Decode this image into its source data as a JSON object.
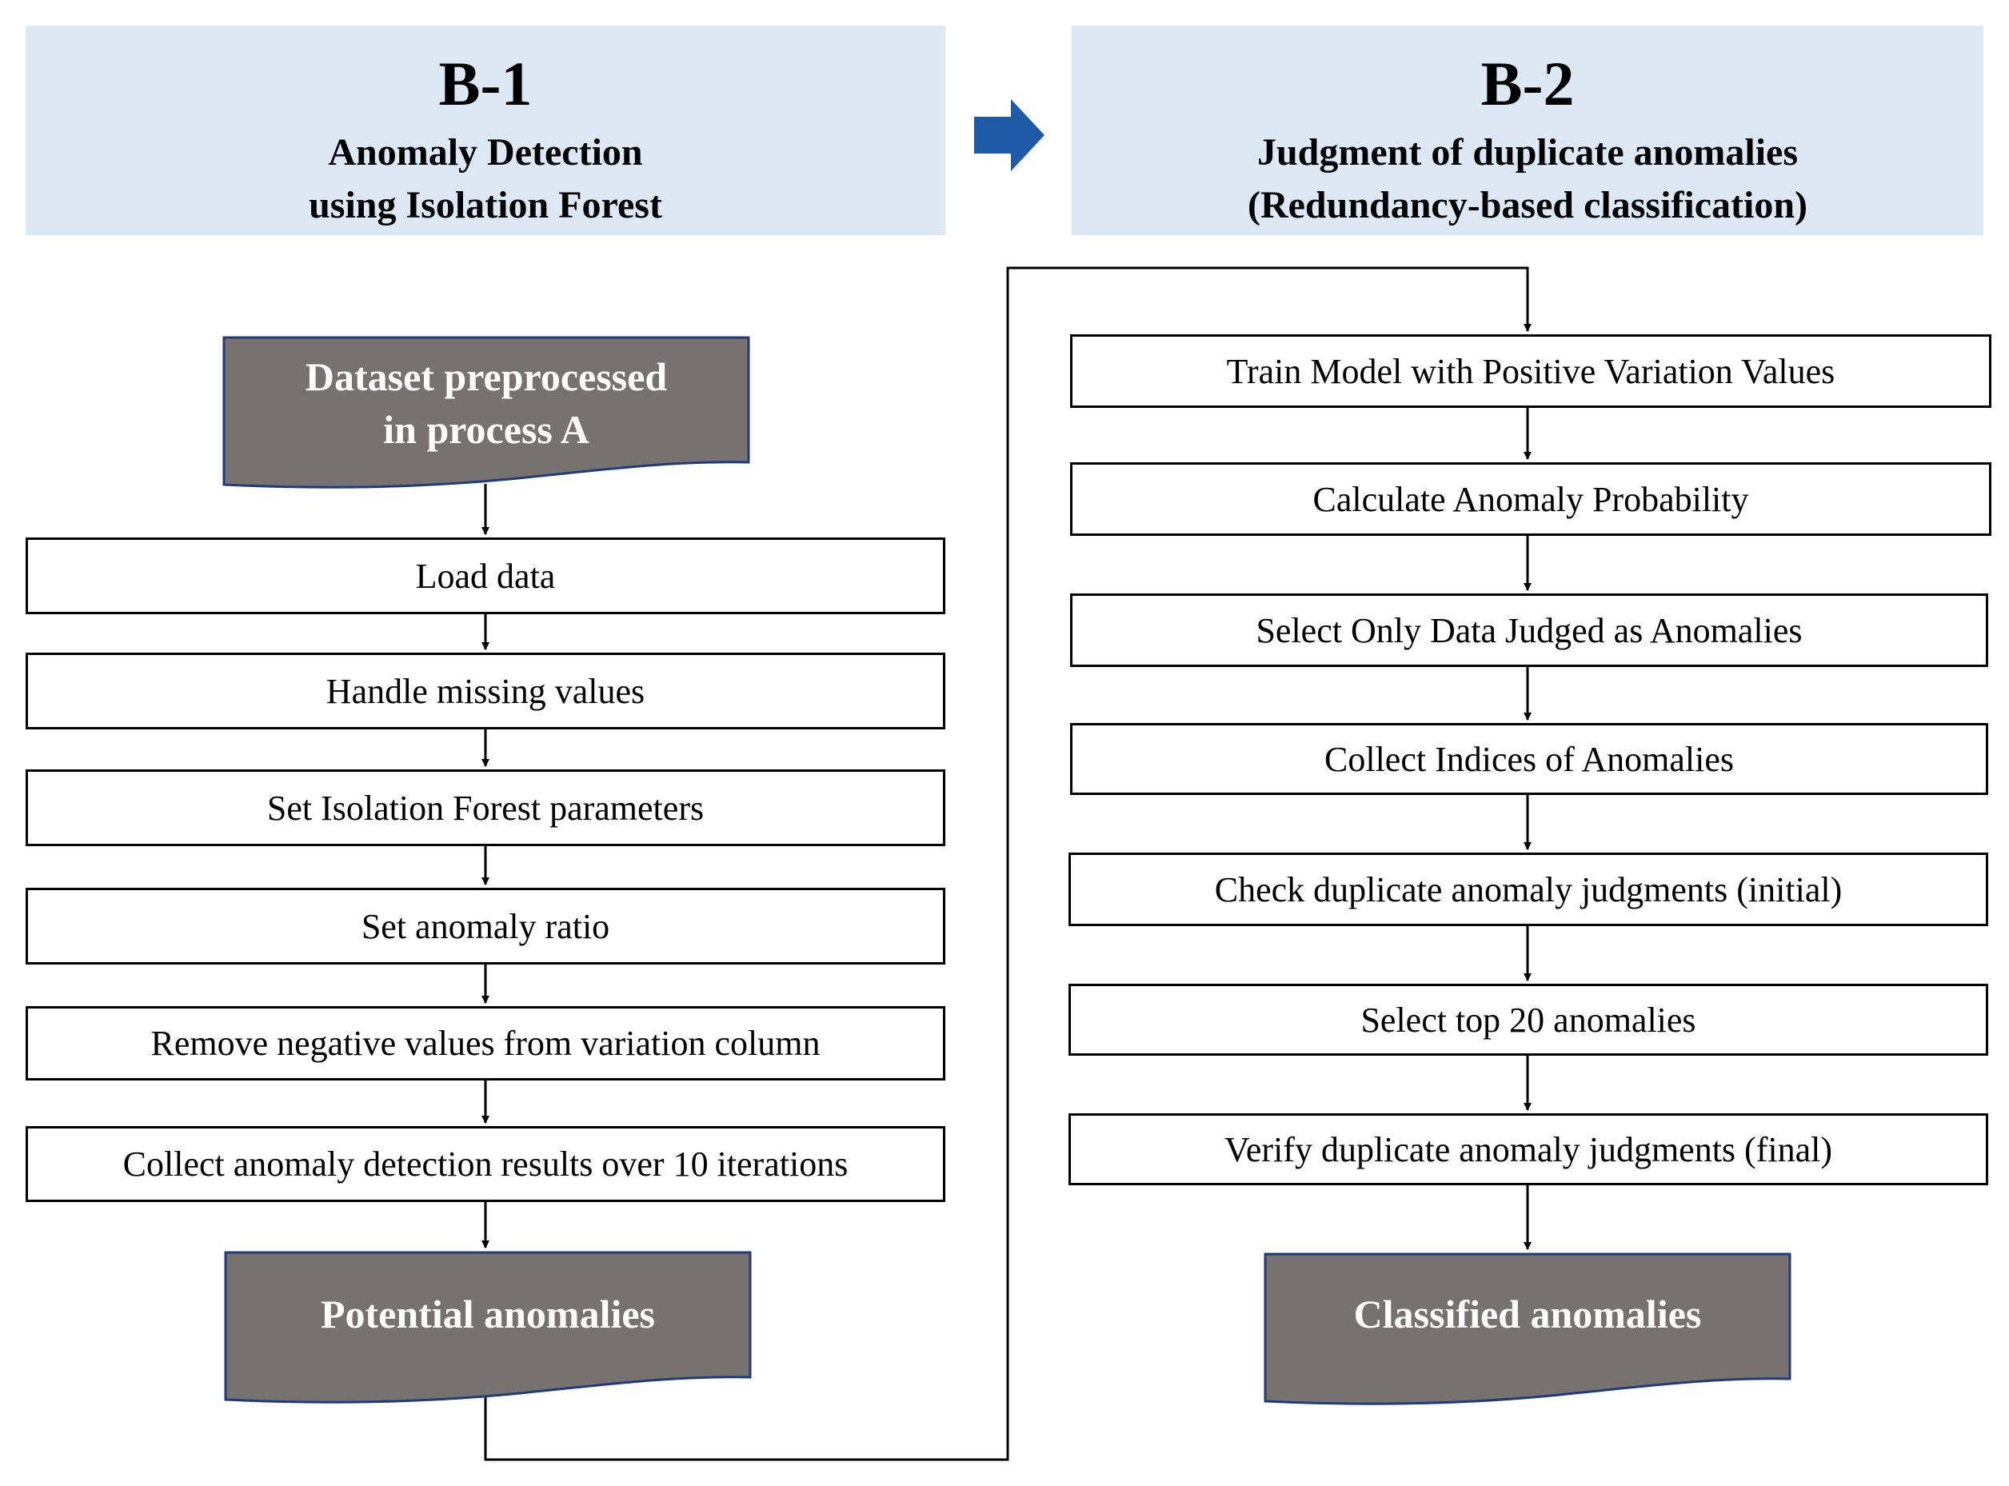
{
  "b1": {
    "code": "B-1",
    "title_line1": "Anomaly Detection",
    "title_line2": "using Isolation Forest",
    "input": {
      "line1": "Dataset preprocessed",
      "line2": "in process A"
    },
    "steps": [
      "Load data",
      "Handle missing values",
      "Set Isolation Forest parameters",
      "Set anomaly ratio",
      "Remove negative values from variation column",
      "Collect anomaly detection results over 10 iterations"
    ],
    "output": "Potential anomalies"
  },
  "b2": {
    "code": "B-2",
    "title_line1": "Judgment of duplicate anomalies",
    "title_line2": "(Redundancy-based classification)",
    "steps": [
      "Train Model with Positive Variation Values",
      "Calculate Anomaly Probability",
      "Select Only Data Judged as Anomalies",
      "Collect Indices of Anomalies",
      "Check duplicate anomaly judgments (initial)",
      "Select top 20 anomalies",
      "Verify duplicate anomaly judgments (final)"
    ],
    "output": "Classified anomalies"
  },
  "colors": {
    "header_bg": "#dce9f5",
    "doc_fill": "#777170",
    "doc_border": "#1f3c78",
    "arrow": "#1f5aa6"
  }
}
